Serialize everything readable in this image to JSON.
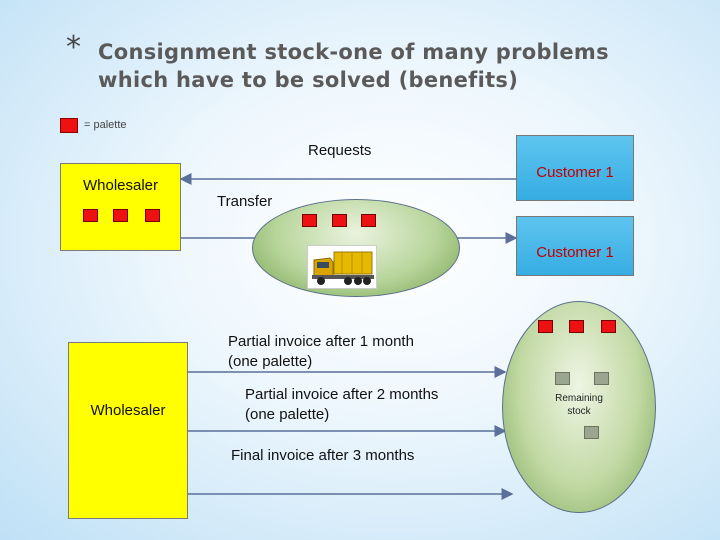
{
  "title": {
    "star": "*",
    "line1": "Consignment stock-one of many problems",
    "line2": "which have to be solved (benefits)"
  },
  "legend": {
    "label": "= palette"
  },
  "labels": {
    "requests": "Requests",
    "transfer": "Transfer",
    "wholesaler_top": "Wholesaler",
    "wholesaler_bottom": "Wholesaler",
    "customer_top": "Customer 1",
    "customer_mid": "Customer 1",
    "invoice1_line1": "Partial invoice after 1 month",
    "invoice1_line2": "(one palette)",
    "invoice2_line1": "Partial invoice after 2 months",
    "invoice2_line2": "(one palette)",
    "invoice3": "Final invoice  after 3 months",
    "remaining_line1": "Remaining",
    "remaining_line2": "stock"
  },
  "icons": {
    "palette": "red-square",
    "truck": "truck-icon"
  },
  "colors": {
    "palette_red": "#ee1111",
    "wholesaler_fill": "#ffff00",
    "customer_fill": "#45b6e8",
    "customer_text": "#c00000",
    "arrow": "#5a6f9a"
  }
}
